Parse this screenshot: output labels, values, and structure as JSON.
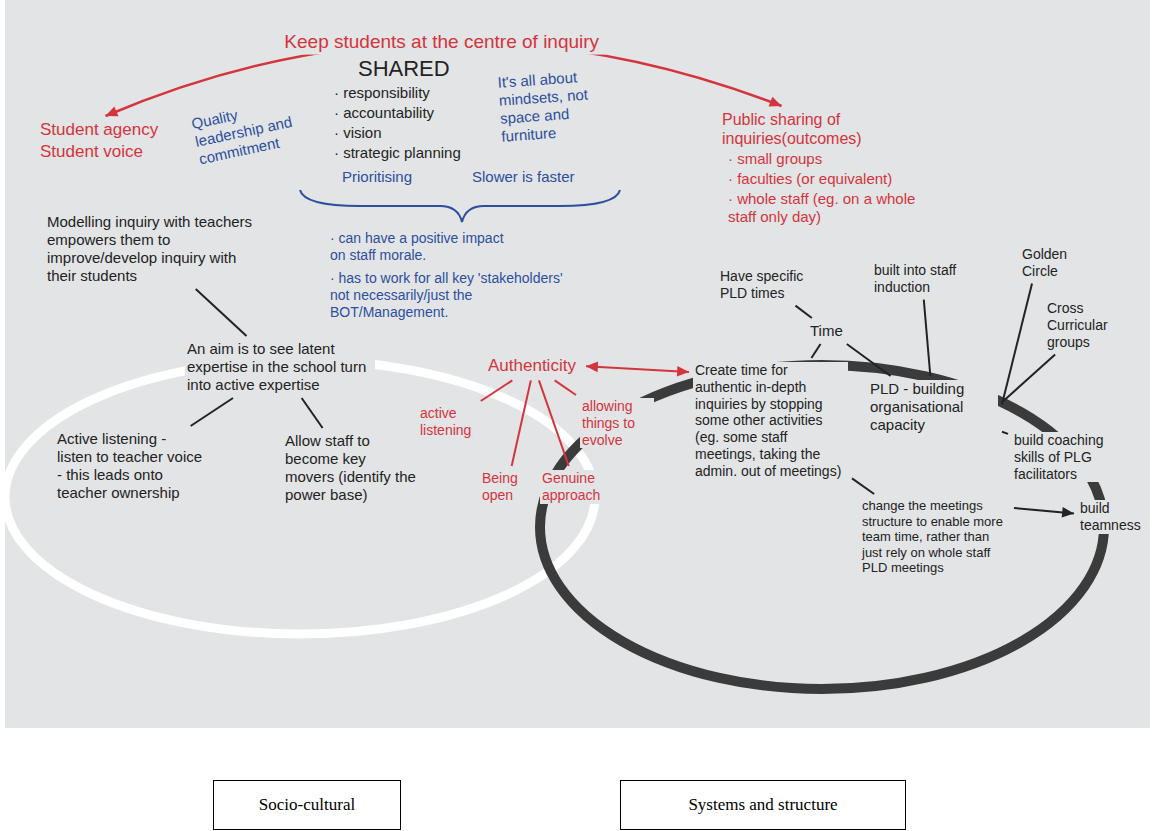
{
  "diagram": {
    "nodes": [
      {
        "text": [
          "Student agency",
          "Student voice"
        ]
      },
      {
        "text": [
          "Public sharing of inquiries(outcomes)",
          "· small groups",
          "· faculties (or equivalent)",
          "· whole staff (eg. on a whole staff only day)"
        ]
      },
      {
        "text": [
          "Modelling inquiry with teachers empowers them to improve/develop inquiry with their students"
        ]
      },
      {
        "text": [
          "An aim is to see latent expertise in the school turn into active expertise"
        ]
      },
      {
        "text": [
          "Active listening - listen to teacher voice - this leads onto teacher ownership"
        ]
      },
      {
        "text": [
          "Allow staff to become key movers (identify the power base)"
        ]
      },
      {
        "text": [
          "Authenticity"
        ]
      },
      {
        "text": [
          "active listening"
        ]
      },
      {
        "text": [
          "Being open"
        ]
      },
      {
        "text": [
          "Genuine approach"
        ]
      },
      {
        "text": [
          "allowing things to evolve"
        ]
      },
      {
        "text": [
          "Have specific PLD times"
        ]
      },
      {
        "text": [
          "Time"
        ]
      },
      {
        "text": [
          "built into staff induction"
        ]
      },
      {
        "text": [
          "Create time for authentic in-depth inquiries by stopping some other activities (eg. some staff meetings, taking the admin. out of meetings)"
        ]
      },
      {
        "text": [
          "PLD - building organisational capacity"
        ]
      },
      {
        "text": [
          "Golden Circle"
        ]
      },
      {
        "text": [
          "Cross Curricular groups"
        ]
      },
      {
        "text": [
          "build coaching skills of PLG facilitators"
        ]
      },
      {
        "text": [
          "change the meetings structure to enable more team time, rather than just rely on whole staff PLD meetings"
        ]
      },
      {
        "text": [
          "build teamness"
        ]
      },
      {
        "text": [
          "Socio-cultural"
        ]
      },
      {
        "text": [
          "Systems and structure"
        ]
      }
    ],
    "edges": [
      {
        "from": 0,
        "to": 1,
        "arrow": "both",
        "label": "Keep students at the centre of inquiry"
      },
      {
        "from": 2,
        "to": 3,
        "arrow": "none"
      },
      {
        "from": 3,
        "to": 4,
        "arrow": "none"
      },
      {
        "from": 3,
        "to": 5,
        "arrow": "none"
      },
      {
        "from": 6,
        "to": 7,
        "arrow": "none"
      },
      {
        "from": 6,
        "to": 8,
        "arrow": "none"
      },
      {
        "from": 6,
        "to": 9,
        "arrow": "none"
      },
      {
        "from": 6,
        "to": 10,
        "arrow": "none"
      },
      {
        "from": 6,
        "to": 14,
        "arrow": "both"
      },
      {
        "from": 11,
        "to": 12,
        "arrow": "none"
      },
      {
        "from": 12,
        "to": 14,
        "arrow": "none"
      },
      {
        "from": 12,
        "to": 15,
        "arrow": "none"
      },
      {
        "from": 15,
        "to": 13,
        "arrow": "none"
      },
      {
        "from": 15,
        "to": 16,
        "arrow": "none"
      },
      {
        "from": 15,
        "to": 17,
        "arrow": "none"
      },
      {
        "from": 15,
        "to": 18,
        "arrow": "none"
      },
      {
        "from": 14,
        "to": 19,
        "arrow": "none"
      },
      {
        "from": 19,
        "to": 20,
        "arrow": "to"
      }
    ],
    "labels": [
      "SHARED",
      "· responsibility",
      "· accountability",
      "· vision",
      "· strategic planning",
      "Quality leadership and commitment",
      "It's all about mindsets, not space and furniture",
      "Prioritising",
      "Slower is faster",
      "· can have a positive impact on staff morale.",
      "· has to work for all key 'stakeholders' not necessarily/just the BOT/Management."
    ]
  }
}
